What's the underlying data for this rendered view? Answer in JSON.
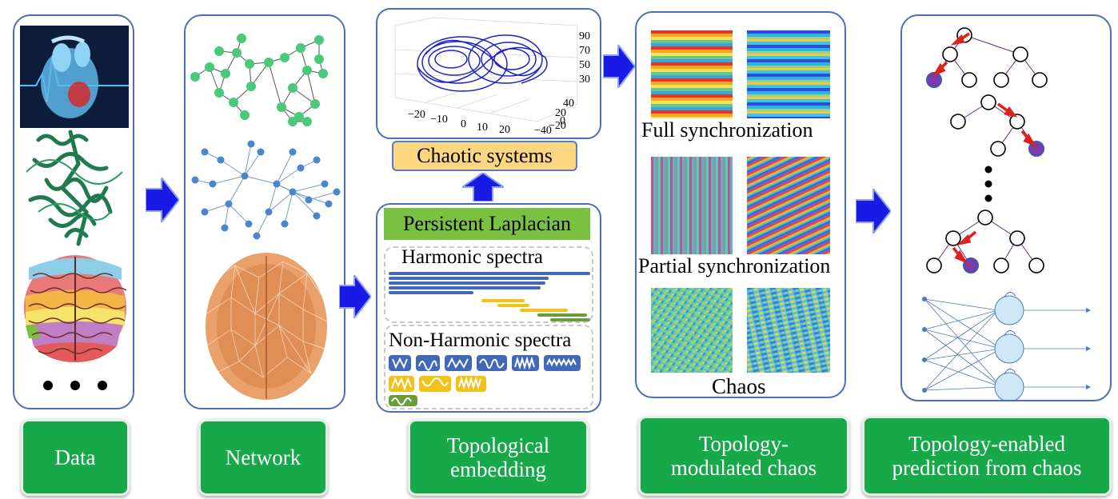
{
  "labels": {
    "data": "Data",
    "network": "Network",
    "embedding_l1": "Topological",
    "embedding_l2": "embedding",
    "chaos_l1": "Topology-",
    "chaos_l2": "modulated chaos",
    "pred_l1": "Topology-enabled",
    "pred_l2": "prediction from chaos"
  },
  "embedding": {
    "chaotic_systems": "Chaotic systems",
    "persistent_laplacian": "Persistent Laplacian",
    "harmonic": "Harmonic spectra",
    "non_harmonic": "Non-Harmonic spectra"
  },
  "chaos_panel": {
    "full_sync": "Full synchronization",
    "partial_sync": "Partial synchronization",
    "chaos": "Chaos"
  },
  "lorenz_axes": {
    "z_ticks": [
      "90",
      "70",
      "50",
      "30"
    ],
    "x_ticks": [
      "−20",
      "−10",
      "0",
      "10",
      "20"
    ],
    "y_ticks": [
      "40",
      "20",
      "0",
      "−20",
      "−40"
    ]
  },
  "colors": {
    "panel_border": "#4a6fb5",
    "label_green": "#17a84a",
    "arrow_blue": "#1a1ae6",
    "chaotic_box": "#fcd680",
    "laplacian_green": "#7ac143",
    "bar_blue": "#4169b8",
    "bar_yellow": "#f2c21b",
    "bar_green": "#6a9d3a"
  }
}
